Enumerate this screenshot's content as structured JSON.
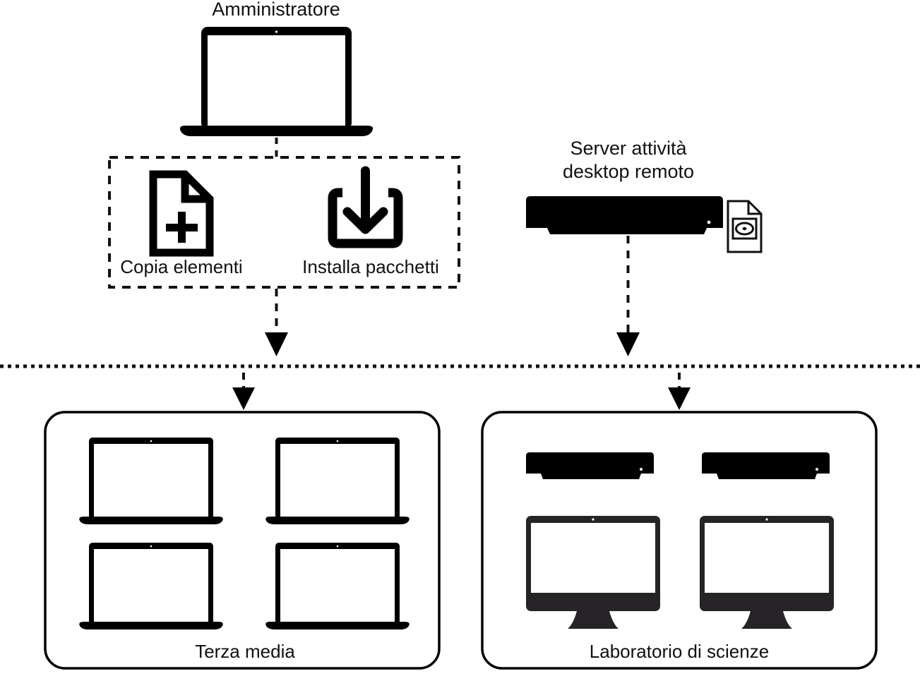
{
  "diagram": {
    "title_admin": "Amministratore",
    "title_server_line1": "Server attività",
    "title_server_line2": "desktop remoto",
    "actions": [
      {
        "id": "copy-items",
        "label": "Copia elementi",
        "icon": "document-plus-icon"
      },
      {
        "id": "install-packages",
        "label": "Installa pacchetti",
        "icon": "download-box-icon"
      }
    ],
    "groups": [
      {
        "id": "terza-media",
        "label": "Terza media",
        "devices": [
          "laptop-icon",
          "laptop-icon",
          "laptop-icon",
          "laptop-icon"
        ]
      },
      {
        "id": "laboratorio-di-scienze",
        "label": "Laboratorio di scienze",
        "devices": [
          "server-icon",
          "server-icon",
          "desktop-imac-icon",
          "desktop-imac-icon"
        ]
      }
    ],
    "icons": {
      "admin_device": "laptop-icon",
      "server_device": "server-icon",
      "server_badge": "disk-document-icon"
    },
    "colors": {
      "stroke": "#111111",
      "fill_black": "#000000",
      "screen": "#ffffff",
      "imac_body": "#262426",
      "background": "#ffffff"
    },
    "connectors": {
      "divider": "horizontal-dotted-divider",
      "arrow_style": "dashed-with-solid-triangle-head"
    }
  }
}
